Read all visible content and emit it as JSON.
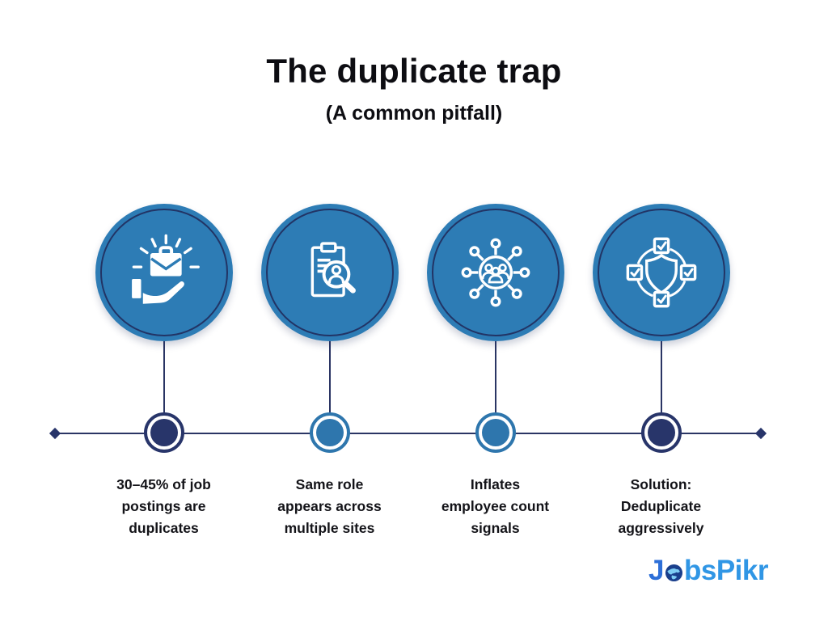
{
  "title": "The duplicate trap",
  "subtitle": "(A common pitfall)",
  "steps": [
    {
      "icon": "briefcase-hand-icon",
      "lines": [
        "30–45% of job",
        "postings are",
        "duplicates"
      ],
      "node_color": "dark-navy"
    },
    {
      "icon": "document-magnifier-icon",
      "lines": [
        "Same role",
        "appears across",
        "multiple sites"
      ],
      "node_color": "blue"
    },
    {
      "icon": "people-network-icon",
      "lines": [
        "Inflates",
        "employee count",
        "signals"
      ],
      "node_color": "blue"
    },
    {
      "icon": "shield-checkboxes-icon",
      "lines": [
        "Solution:",
        "Deduplicate",
        "aggressively"
      ],
      "node_color": "dark-navy"
    }
  ],
  "logo": {
    "part_j": "J",
    "part_rest": "bsPikr"
  },
  "colors": {
    "circle_blue": "#2d7cb5",
    "circle_ring_navy": "#223465",
    "timeline_navy": "#2a3564",
    "node_dark": "#28356a",
    "node_blue": "#2e76ad",
    "text_dark": "#131318",
    "logo_dark_blue": "#2d6fd8",
    "logo_light_blue": "#3096e5"
  }
}
